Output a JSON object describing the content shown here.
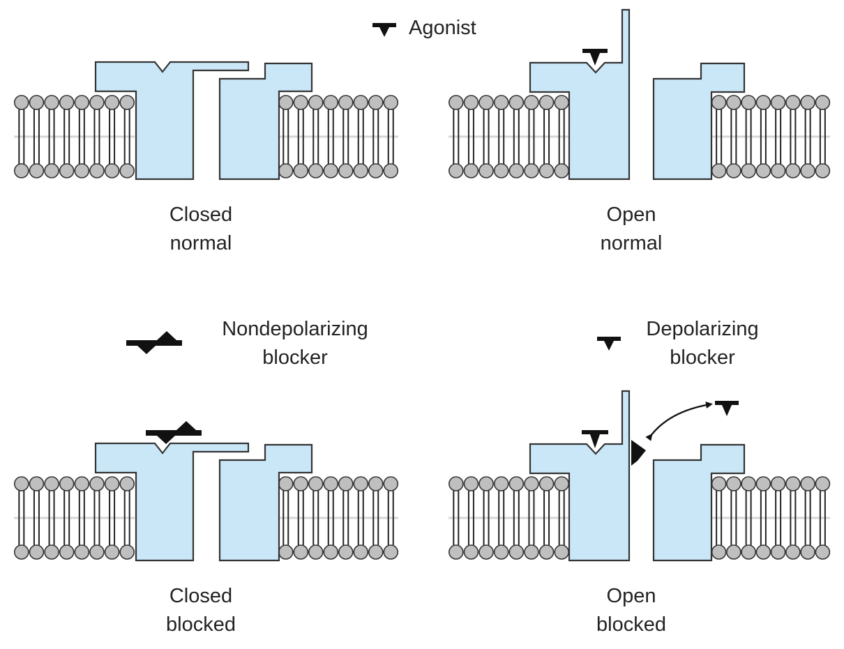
{
  "legend": {
    "agonist": "Agonist",
    "nondepolarizing": [
      "Nondepolarizing",
      "blocker"
    ],
    "depolarizing": [
      "Depolarizing",
      "blocker"
    ]
  },
  "panels": [
    {
      "id": "closed-normal",
      "caption": [
        "Closed",
        "normal"
      ]
    },
    {
      "id": "open-normal",
      "caption": [
        "Open",
        "normal"
      ]
    },
    {
      "id": "closed-blocked",
      "caption": [
        "Closed",
        "blocked"
      ]
    },
    {
      "id": "open-blocked",
      "caption": [
        "Open",
        "blocked"
      ]
    }
  ],
  "colors": {
    "channel_fill": "#c9e7f7",
    "outline": "#333333",
    "lipid_head": "#bfbfbf",
    "ligand": "#111111"
  }
}
